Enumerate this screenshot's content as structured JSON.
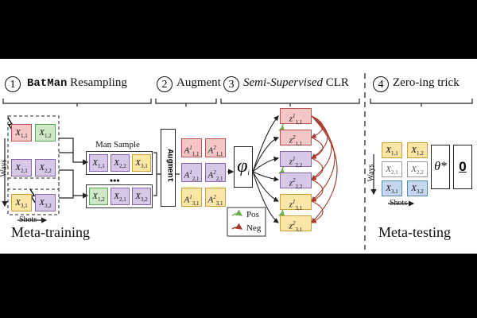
{
  "headers": {
    "step1_num": "1",
    "step1_mono": "BatMan",
    "step1_rest": " Resampling",
    "step2_num": "2",
    "step2_text": "Augment",
    "step3_num": "3",
    "step3_italic": "Semi-Supervised",
    "step3_rest": " CLR",
    "step4_num": "4",
    "step4_text": "Zero-ing trick"
  },
  "training": {
    "title": "Meta-training",
    "ways": "Ways",
    "shots": "Shots",
    "grid": [
      {
        "base": "X",
        "sub": "1,1",
        "color": "red"
      },
      {
        "base": "X",
        "sub": "1,2",
        "color": "grn"
      },
      {
        "base": "X",
        "sub": "2,1",
        "color": "pur"
      },
      {
        "base": "X",
        "sub": "2,2",
        "color": "pur"
      },
      {
        "base": "X",
        "sub": "3,1",
        "color": "yel"
      },
      {
        "base": "X",
        "sub": "3,2",
        "color": "pur"
      }
    ]
  },
  "man_sample": {
    "label": "Man Sample",
    "ellipsis": "•••",
    "row1": [
      {
        "base": "X",
        "sub": "1,1",
        "color": "pur"
      },
      {
        "base": "X",
        "sub": "2,2",
        "color": "pur"
      },
      {
        "base": "X",
        "sub": "3,1",
        "color": "yel"
      }
    ],
    "row2": [
      {
        "base": "X",
        "sub": "1,2",
        "color": "grn"
      },
      {
        "base": "X",
        "sub": "2,1",
        "color": "pur"
      },
      {
        "base": "X",
        "sub": "3,2",
        "color": "pur"
      }
    ]
  },
  "augment_box": "Augment",
  "augmented": [
    {
      "base": "A",
      "sup": "1",
      "sub": "1,1",
      "color": "red"
    },
    {
      "base": "A",
      "sup": "2",
      "sub": "1,1",
      "color": "red"
    },
    {
      "base": "A",
      "sup": "1",
      "sub": "2,1",
      "color": "pur"
    },
    {
      "base": "A",
      "sup": "2",
      "sub": "2,1",
      "color": "pur"
    },
    {
      "base": "A",
      "sup": "1",
      "sub": "3,1",
      "color": "yel"
    },
    {
      "base": "A",
      "sup": "2",
      "sub": "3,1",
      "color": "yel"
    }
  ],
  "encoder": "φ",
  "encoder_sub": "i",
  "embeddings": [
    {
      "base": "z",
      "sup": "1",
      "sub": "1,1",
      "color": "red"
    },
    {
      "base": "z",
      "sup": "2",
      "sub": "1,1",
      "color": "red"
    },
    {
      "base": "z",
      "sup": "1",
      "sub": "2,2",
      "color": "pur"
    },
    {
      "base": "z",
      "sup": "2",
      "sub": "2,2",
      "color": "pur"
    },
    {
      "base": "z",
      "sup": "1",
      "sub": "3,1",
      "color": "yel"
    },
    {
      "base": "z",
      "sup": "2",
      "sub": "3,1",
      "color": "yel"
    }
  ],
  "legend": {
    "pos": "Pos",
    "neg": "Neg"
  },
  "testing": {
    "title": "Meta-testing",
    "ways": "Ways",
    "shots": "Shots",
    "grid": [
      {
        "base": "X",
        "sub": "1,1",
        "color": "yel"
      },
      {
        "base": "X",
        "sub": "1,2",
        "color": "yel"
      },
      {
        "base": "X",
        "sub": "2,1",
        "color": "wht"
      },
      {
        "base": "X",
        "sub": "2,2",
        "color": "wht"
      },
      {
        "base": "X",
        "sub": "3,1",
        "color": "blu"
      },
      {
        "base": "X",
        "sub": "3,2",
        "color": "blu"
      }
    ],
    "theta": "θ*",
    "zero": "0"
  },
  "colors": {
    "pos_arrow": "#6ab04c",
    "neg_arrow": "#a33b2e",
    "red": "#f4c6c6",
    "green": "#cfe8c8",
    "purple": "#d8c8e8",
    "yellow": "#fbe6a8",
    "blue": "#c6d8f0"
  }
}
